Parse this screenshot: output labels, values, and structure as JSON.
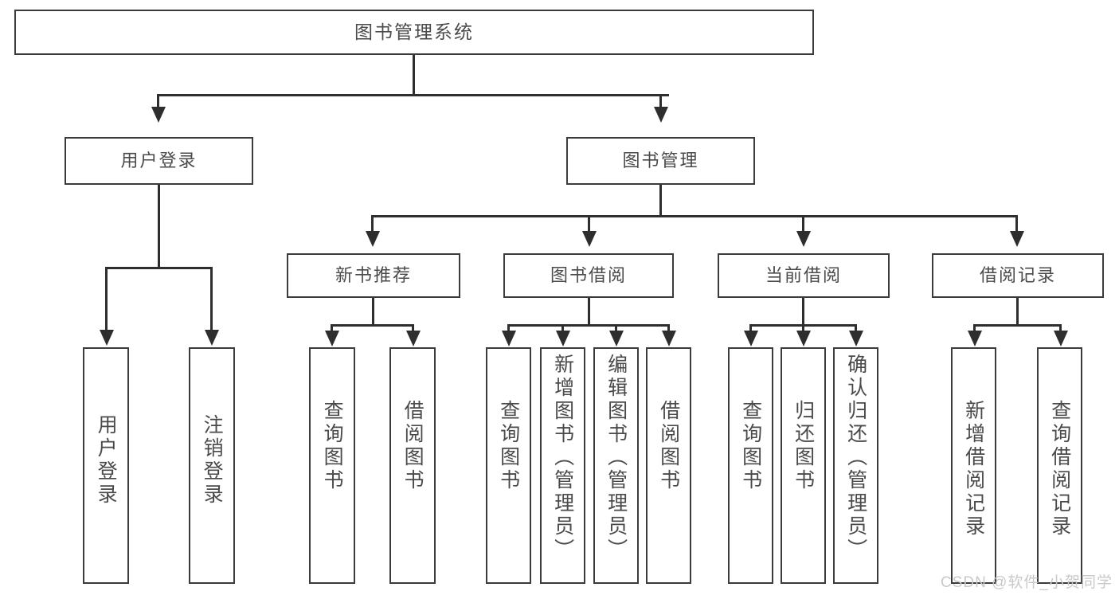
{
  "diagram": {
    "title": "图书管理系统",
    "type": "tree",
    "orientation": "top-down",
    "colors": {
      "box_border": "#3b3b3b",
      "box_fill": "#ffffff",
      "connector": "#2e2e2e",
      "text": "#4a4a4a",
      "watermark": "#c9c9c9",
      "background": "#ffffff"
    },
    "root": {
      "label": "图书管理系统"
    },
    "level2": [
      {
        "label": "用户登录"
      },
      {
        "label": "图书管理"
      }
    ],
    "level3": [
      {
        "label": "新书推荐"
      },
      {
        "label": "图书借阅"
      },
      {
        "label": "当前借阅"
      },
      {
        "label": "借阅记录"
      }
    ],
    "leaves": {
      "user_login": [
        {
          "label": "用户登录"
        },
        {
          "label": "注销登录"
        }
      ],
      "new_book": [
        {
          "label": "查询图书"
        },
        {
          "label": "借阅图书"
        }
      ],
      "book_borrow": [
        {
          "label": "查询图书"
        },
        {
          "label": "新增图书（管理员）"
        },
        {
          "label": "编辑图书（管理员）"
        },
        {
          "label": "借阅图书"
        }
      ],
      "current_borrow": [
        {
          "label": "查询图书"
        },
        {
          "label": "归还图书"
        },
        {
          "label": "确认归还（管理员）"
        }
      ],
      "borrow_record": [
        {
          "label": "新增借阅记录"
        },
        {
          "label": "查询借阅记录"
        }
      ]
    }
  },
  "watermark": {
    "text": "CSDN @软件_小贺同学"
  }
}
